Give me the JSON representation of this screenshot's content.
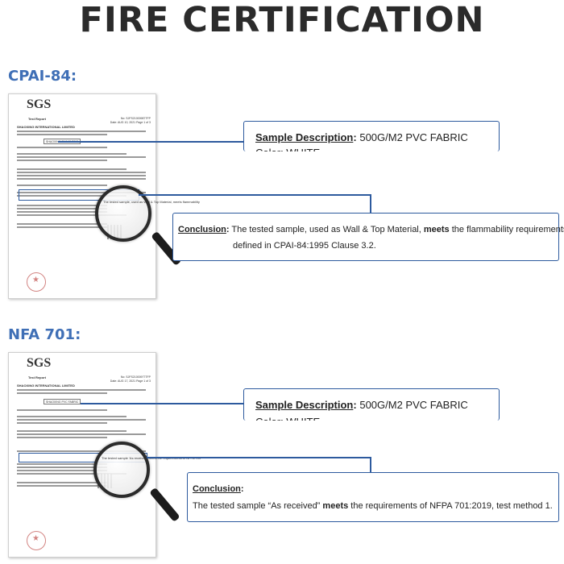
{
  "title": "FIRE CERTIFICATION",
  "sections": [
    {
      "label": "CPAI-84:",
      "document": {
        "logo": "SGS",
        "header": "Test Report",
        "report_no": "No: SJFS21000987TFP",
        "date": "Date: AUG 10, 2021 Page 1 of 3",
        "company": "SHAOXING INTERNATIONAL LIMITED",
        "sample_box": "SHAOXING PVC FABRIC",
        "conclusion_box": "The tested sample, used as Wall & Top Material, meets flammability"
      },
      "description_callout": {
        "label": "Sample Description",
        "colon": ":",
        "value": "500G/M2 PVC FABRIC",
        "cut_line": "Color: WHITE"
      },
      "conclusion_callout": {
        "label": "Conclusion",
        "colon": ":",
        "text_pre": "The tested sample, used as Wall & Top Material,",
        "text_bold": "meets",
        "text_post": "the flammability requirements",
        "line2": "defined in CPAI-84:1995 Clause 3.2."
      }
    },
    {
      "label": "NFA 701:",
      "document": {
        "logo": "SGS",
        "header": "Test Report",
        "report_no": "No: SJFS21000977TFP",
        "date": "Date: AUG 17, 2021 Page 1 of 3",
        "company": "SHAOXING INTERNATIONAL LIMITED",
        "sample_box": "SHAOXING PVC FABRIC",
        "conclusion_box": "The tested sample 'As received' meets the requirements of NFPA 701"
      },
      "description_callout": {
        "label": "Sample Description",
        "colon": ":",
        "value": "500G/M2 PVC FABRIC",
        "cut_line": "Color: WHITE"
      },
      "conclusion_callout": {
        "label": "Conclusion",
        "colon": ":",
        "text_pre": "The tested sample “As received”",
        "text_bold": "meets",
        "text_post": "the requirements of NFPA 701:2019, test method 1."
      }
    }
  ],
  "colors": {
    "accent": "#3f6fb6",
    "callout_border": "#2d5a9e",
    "title": "#2b2b2b"
  },
  "icons": [
    "magnifier-icon",
    "stamp-icon",
    "qr-code-icon"
  ]
}
